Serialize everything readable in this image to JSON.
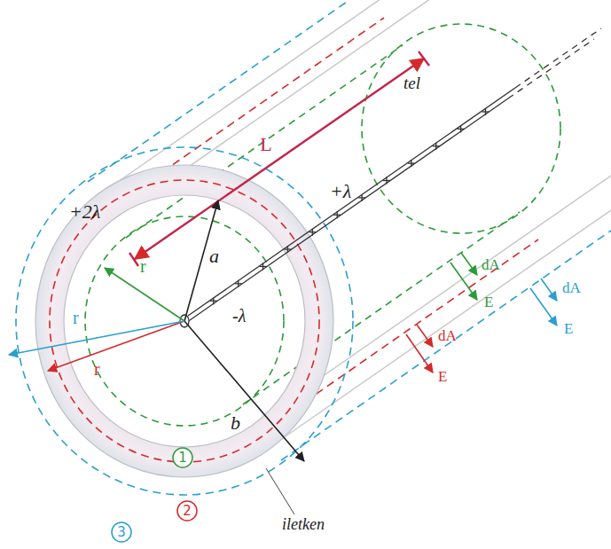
{
  "diagram": {
    "labels": [
      "L",
      "+2λ",
      "+λ",
      "tel",
      "a",
      "r",
      "-λ",
      "b",
      "r",
      "r",
      "dA",
      "E",
      "dA",
      "E",
      "dA",
      "E",
      "1",
      "2",
      "3",
      "iletken"
    ]
  }
}
